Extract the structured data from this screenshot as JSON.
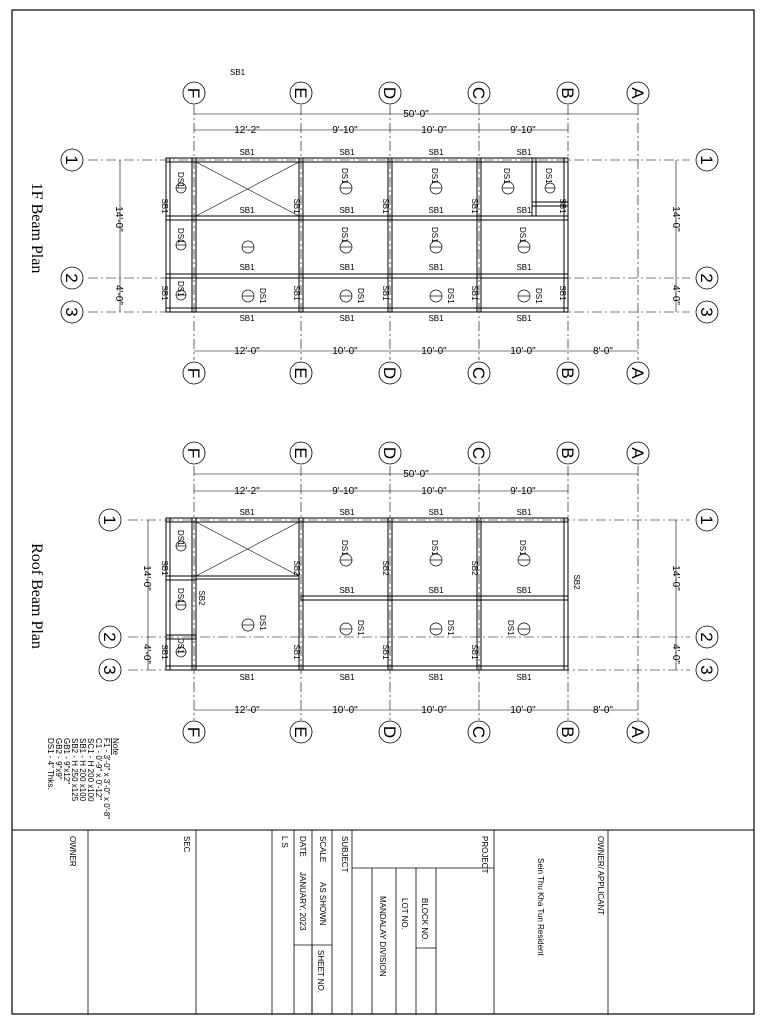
{
  "sheet_label": "SB1",
  "grid": {
    "columns": [
      "F",
      "E",
      "D",
      "C",
      "B",
      "A"
    ],
    "rows": [
      "1",
      "2",
      "3"
    ]
  },
  "plans": [
    {
      "title": "1F Beam Plan",
      "overall_dim": "50'-0\"",
      "top_dims": [
        "12'-2\"",
        "9'-10\"",
        "10'-0\"",
        "9'-10\""
      ],
      "bottom_dims": [
        "12'-0\"",
        "10'-0\"",
        "10'-0\"",
        "10'-0\"",
        "8'-0\""
      ],
      "side_dims": [
        "14'-0\"",
        "4'-0\""
      ]
    },
    {
      "title": "Roof Beam Plan",
      "overall_dim": "50'-0\"",
      "top_dims": [
        "12'-2\"",
        "9'-10\"",
        "10'-0\"",
        "9'-10\""
      ],
      "bottom_dims": [
        "12'-0\"",
        "10'-0\"",
        "10'-0\"",
        "10'-0\"",
        "8'-0\""
      ],
      "side_dims": [
        "14'-0\"",
        "4'-0\""
      ]
    }
  ],
  "beam_tags": {
    "sb1": "SB1",
    "sb2": "SB2",
    "ds1": "DS1"
  },
  "notes": {
    "heading": "Note",
    "lines": [
      "F1  -  3'-0\" x 3'-0\" x 0'-8\"",
      "C1  -  0'-9\" x 0'-12\"",
      "SC1 -  H 200 x100",
      "SB1 -  H 200 x100",
      "SB2 -  H 250 x125",
      "GB1 -  9\"x12\"",
      "GB2 -  9\"x9\"",
      "DS1 -  4\" Thks."
    ]
  },
  "title_block": {
    "owner": "OWNER",
    "sec": "SEC",
    "ls": "L S",
    "date_label": "DATE",
    "date_value": "JANUARY, 2023",
    "scale_label": "SCALE",
    "scale_value": "AS SHOWN",
    "sheet_no": "SHEET NO.",
    "subject": "SUBJECT",
    "division": "MANDALAY DIVISION",
    "lot_no": "LOT NO.",
    "block_no": "BLOCK NO.",
    "project": "PROJECT",
    "owner_applicant": "OWNER/ APPLICANT",
    "applicant_name": "Sein Thu Kha Tun Resident"
  }
}
